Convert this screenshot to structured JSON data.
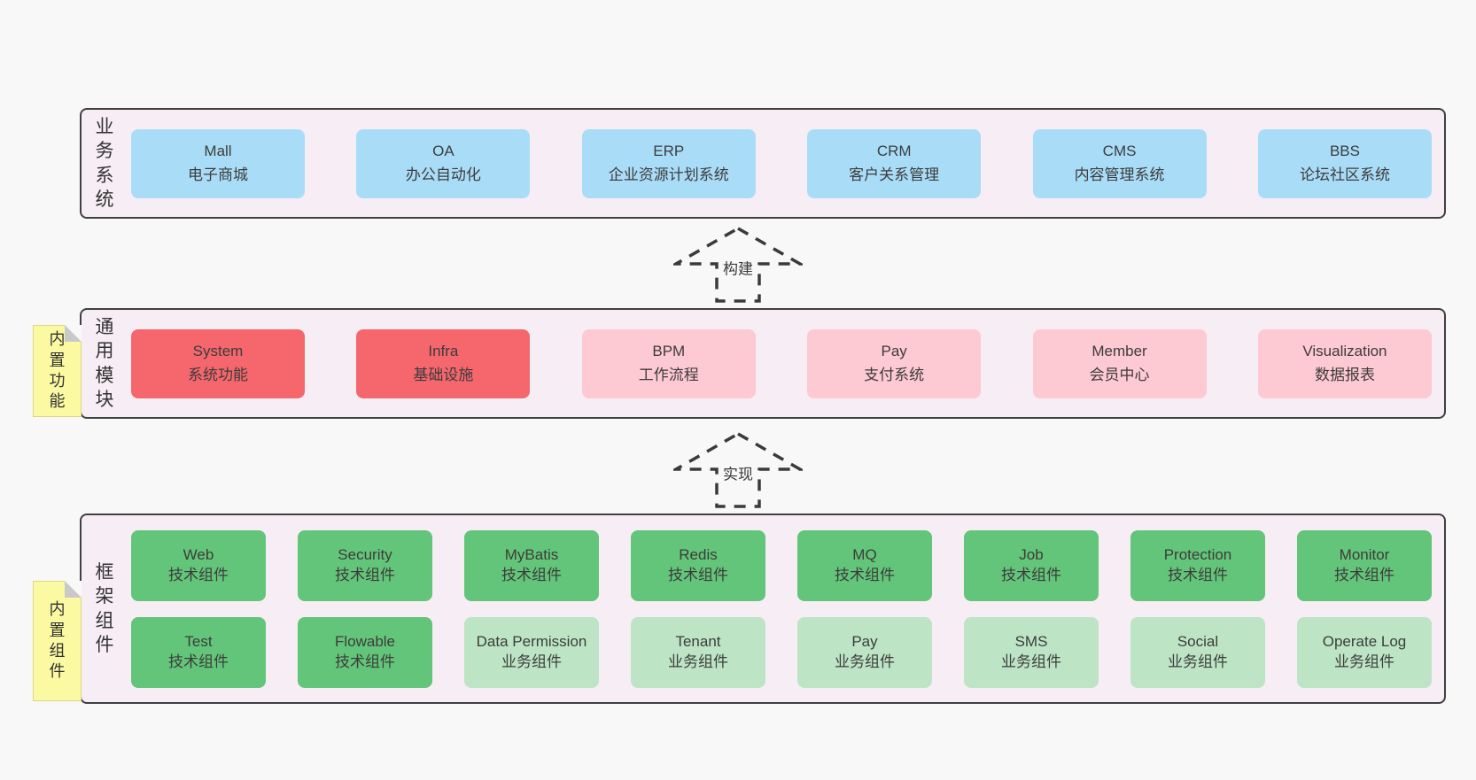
{
  "colors": {
    "blue": "#a9ddf7",
    "red": "#f5666d",
    "pink": "#fdc9d2",
    "green": "#63c579",
    "lightGreen": "#bde5c5"
  },
  "arrows": {
    "build": "构建",
    "implement": "实现"
  },
  "layers": {
    "business": {
      "side_label": "业务系统",
      "items": [
        {
          "en": "Mall",
          "zh": "电子商城"
        },
        {
          "en": "OA",
          "zh": "办公自动化"
        },
        {
          "en": "ERP",
          "zh": "企业资源计划系统"
        },
        {
          "en": "CRM",
          "zh": "客户关系管理"
        },
        {
          "en": "CMS",
          "zh": "内容管理系统"
        },
        {
          "en": "BBS",
          "zh": "论坛社区系统"
        }
      ]
    },
    "modules": {
      "side_label": "通用模块",
      "sticky_label": "内置功能",
      "items": [
        {
          "en": "System",
          "zh": "系统功能",
          "variant": "red"
        },
        {
          "en": "Infra",
          "zh": "基础设施",
          "variant": "red"
        },
        {
          "en": "BPM",
          "zh": "工作流程",
          "variant": "pink"
        },
        {
          "en": "Pay",
          "zh": "支付系统",
          "variant": "pink"
        },
        {
          "en": "Member",
          "zh": "会员中心",
          "variant": "pink"
        },
        {
          "en": "Visualization",
          "zh": "数据报表",
          "variant": "pink"
        }
      ]
    },
    "components": {
      "side_label": "框架组件",
      "sticky_label": "内置组件",
      "row1": [
        {
          "en": "Web",
          "zh": "技术组件",
          "variant": "green"
        },
        {
          "en": "Security",
          "zh": "技术组件",
          "variant": "green"
        },
        {
          "en": "MyBatis",
          "zh": "技术组件",
          "variant": "green"
        },
        {
          "en": "Redis",
          "zh": "技术组件",
          "variant": "green"
        },
        {
          "en": "MQ",
          "zh": "技术组件",
          "variant": "green"
        },
        {
          "en": "Job",
          "zh": "技术组件",
          "variant": "green"
        },
        {
          "en": "Protection",
          "zh": "技术组件",
          "variant": "green"
        },
        {
          "en": "Monitor",
          "zh": "技术组件",
          "variant": "green"
        }
      ],
      "row2": [
        {
          "en": "Test",
          "zh": "技术组件",
          "variant": "green"
        },
        {
          "en": "Flowable",
          "zh": "技术组件",
          "variant": "green"
        },
        {
          "en": "Data Permission",
          "zh": "业务组件",
          "variant": "lightGreen"
        },
        {
          "en": "Tenant",
          "zh": "业务组件",
          "variant": "lightGreen"
        },
        {
          "en": "Pay",
          "zh": "业务组件",
          "variant": "lightGreen"
        },
        {
          "en": "SMS",
          "zh": "业务组件",
          "variant": "lightGreen"
        },
        {
          "en": "Social",
          "zh": "业务组件",
          "variant": "lightGreen"
        },
        {
          "en": "Operate Log",
          "zh": "业务组件",
          "variant": "lightGreen"
        }
      ]
    }
  }
}
